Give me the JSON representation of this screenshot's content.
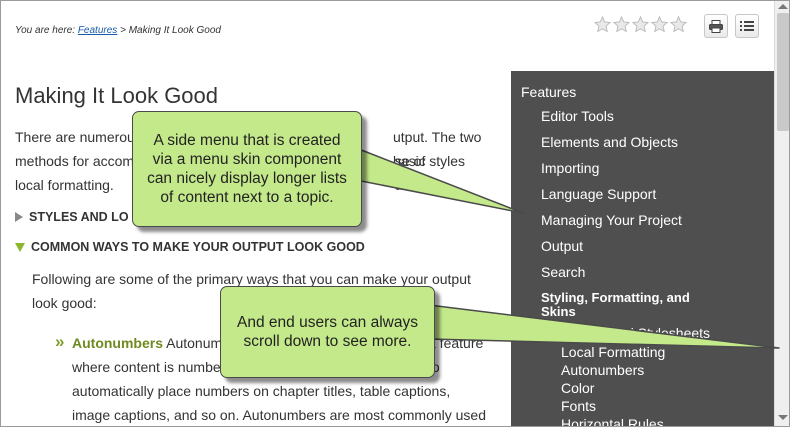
{
  "breadcrumb": {
    "prefix": "You are here: ",
    "link": "Features",
    "separator": " > ",
    "current": "Making It Look Good"
  },
  "rating": {
    "stars": 5,
    "filled": 0
  },
  "toolbar": {
    "print_icon": "printer-icon",
    "toc_icon": "list-icon"
  },
  "main": {
    "title": "Making It Look Good",
    "intro": "There are numerous ways to make output. The two basic methods for accom use of styles and local formatting.",
    "intro_line1": "There are numerou",
    "intro_line1_end": "utput. The two basic",
    "intro_line2": "methods for accom",
    "intro_line2_end": "se of styles and",
    "intro_line3": "local formatting.",
    "section1": "STYLES AND LO",
    "section2": "COMMON WAYS TO MAKE YOUR OUTPUT LOOK GOOD",
    "following": "Following are some of the primary ways that you can make your output look good:",
    "bullet": "»",
    "auto_term": "Autonumbers",
    "auto_line1": " Autonum",
    "auto_line1_end": "a feature",
    "auto_line2": "where content is numbe",
    "auto_line2_end": "to",
    "auto_line3": "automatically place numbers on chapter titles, table captions,",
    "auto_line4": "image captions, and so on. Autonumbers are most commonly used"
  },
  "sidemenu": {
    "top": "Features",
    "level1": [
      "Editor Tools",
      "Elements and Objects",
      "Importing",
      "Language Support",
      "Managing Your Project",
      "Output",
      "Search"
    ],
    "active": "Styling, Formatting, and Skins",
    "active_line1": "Styling, Formatting, and",
    "active_line2": "Skins",
    "partial": "d Stylesheets",
    "level2": [
      "Local Formatting",
      "Autonumbers",
      "Color",
      "Fonts",
      "Horizontal Rules"
    ]
  },
  "callouts": [
    {
      "text": "A side menu that is created via a menu skin component can nicely display longer lists of content next to a topic."
    },
    {
      "text": "And end users can always scroll down to see more."
    }
  ],
  "colors": {
    "sidemenu_bg": "#4f4f4f",
    "callout_bg": "#c4e98a",
    "link": "#1a5da8",
    "accent": "#8cb62a"
  }
}
